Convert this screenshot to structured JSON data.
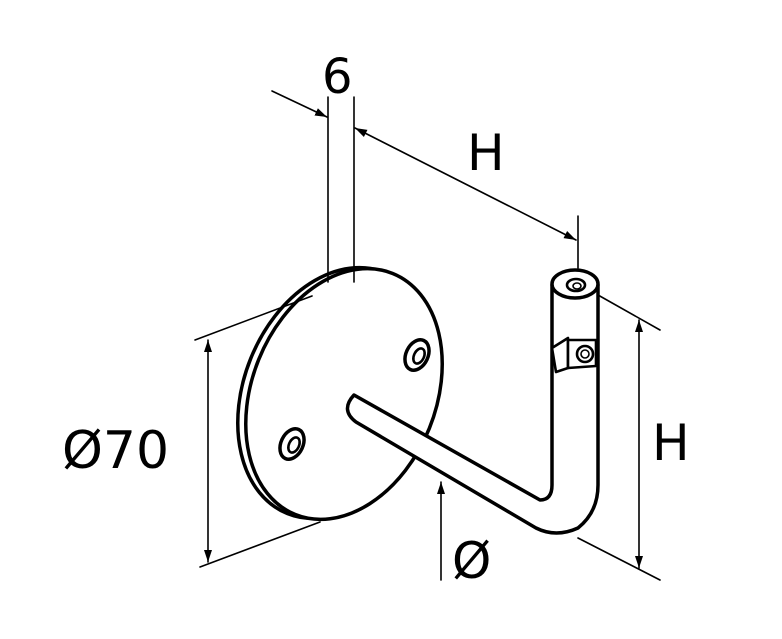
{
  "dimensions": {
    "plate_thickness": "6",
    "projection": "H",
    "height": "H",
    "plate_diameter": "Ø70",
    "tube_diameter": "Ø"
  }
}
